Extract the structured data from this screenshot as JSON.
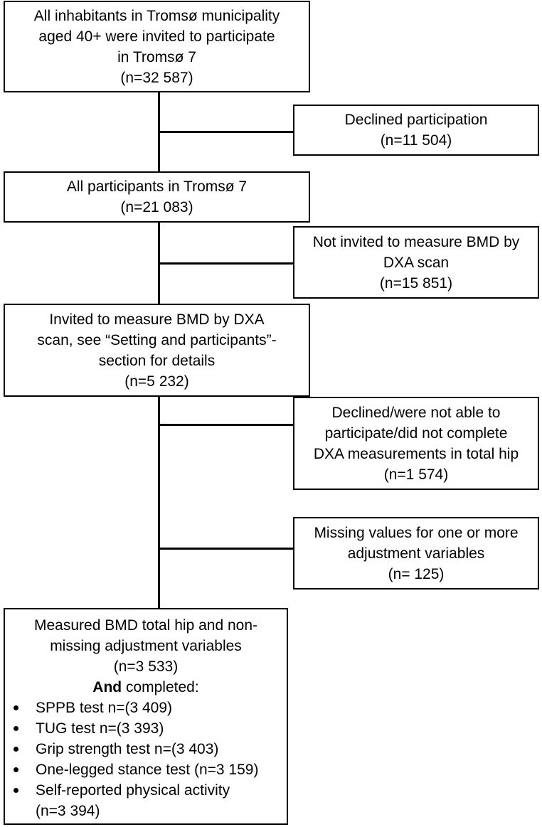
{
  "boxes": {
    "invited": [
      "All inhabitants in Tromsø municipality",
      "aged 40+ were invited to participate",
      "in Tromsø 7",
      "(n=32 587)"
    ],
    "declined": [
      "Declined participation",
      "(n=11 504)"
    ],
    "participants": [
      "All participants in Tromsø 7",
      "(n=21 083)"
    ],
    "not_invited_dxa": [
      "Not invited to measure BMD by",
      "DXA scan",
      "(n=15 851)"
    ],
    "invited_dxa": [
      "Invited to measure BMD by DXA",
      "scan, see “Setting and participants”-",
      "section for details",
      "(n=5 232)"
    ],
    "declined_dxa": [
      "Declined/were not able to",
      "participate/did not complete",
      "DXA measurements in total hip",
      "(n=1 574)"
    ],
    "missing": [
      "Missing values for one or more",
      "adjustment variables",
      "(n= 125)"
    ],
    "final": {
      "lines": [
        "Measured BMD total hip and non-",
        "missing adjustment variables",
        "(n=3 533)"
      ],
      "and_bold": "And",
      "completed": " completed:",
      "bullets": [
        "SPPB test n=(3 409)",
        "TUG test n=(3 393)",
        "Grip strength test n=(3 403)",
        "One-legged stance test (n=3 159)",
        "Self-reported physical activity"
      ],
      "bullet_continuation": "(n=3 394)"
    }
  }
}
